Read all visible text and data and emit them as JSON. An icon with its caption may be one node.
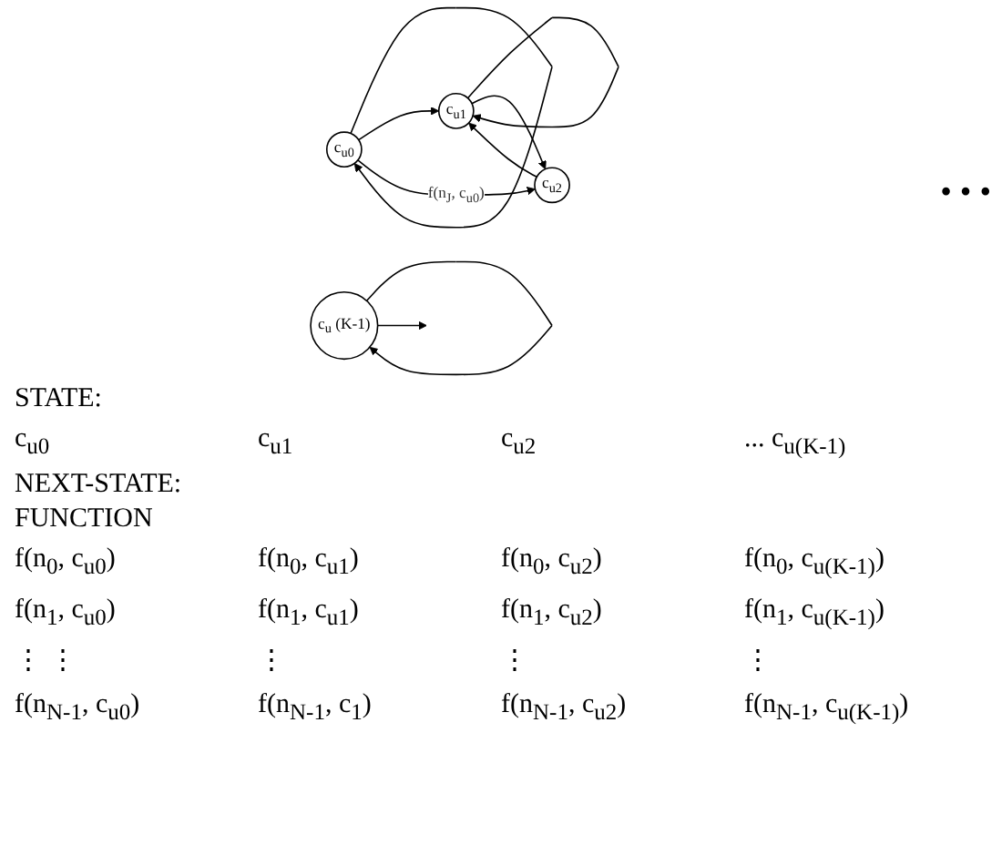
{
  "diagram": {
    "nodes": [
      {
        "text": [
          "c$_{u0}$"
        ]
      },
      {
        "text": [
          "c$_{u1}$"
        ]
      },
      {
        "text": [
          "c$_{u2}$"
        ]
      },
      {
        "text": [
          "c$_{u}$ (K-1)"
        ]
      }
    ],
    "edges": [
      {
        "from": 0,
        "to": 0,
        "arrow": "to"
      },
      {
        "from": 1,
        "to": 1,
        "arrow": "to"
      },
      {
        "from": 0,
        "to": 1,
        "arrow": "to"
      },
      {
        "from": 1,
        "to": 2,
        "arrow": "to"
      },
      {
        "from": 2,
        "to": 1,
        "arrow": "to"
      },
      {
        "from": 0,
        "to": 2,
        "arrow": "to",
        "label": "f(n$_{J}$, c$_{u0}$)"
      },
      {
        "from": 3,
        "to": 3,
        "arrow": "to"
      },
      {
        "from": 3,
        "to": null,
        "arrow": "to"
      }
    ],
    "labels": [
      "• • •",
      "STATE:",
      "c$_{u0}$",
      "c$_{u1}$",
      "c$_{u2}$",
      "... c$_{u(K-1)}$",
      "NEXT-STATE: FUNCTION",
      "f(n$_{0}$, c$_{u0}$)",
      "f(n$_{0}$, c$_{u1}$)",
      "f(n$_{0}$, c$_{u2}$)",
      "f(n$_{0}$, c$_{u(K-1)}$)",
      "f(n$_{1}$, c$_{u0}$)",
      "f(n$_{1}$, c$_{u1}$)",
      "f(n$_{1}$, c$_{u2}$)",
      "f(n$_{1}$, c$_{u(K-1)}$)",
      "⋮ ⋮",
      "⋮",
      "⋮",
      "⋮",
      "f(n$_{N-1}$, c$_{u0}$)",
      "f(n$_{N-1}$, c$_{1}$)",
      "f(n$_{N-1}$, c$_{u2}$)",
      "f(n$_{N-1}$, c$_{u(K-1)}$)"
    ]
  }
}
